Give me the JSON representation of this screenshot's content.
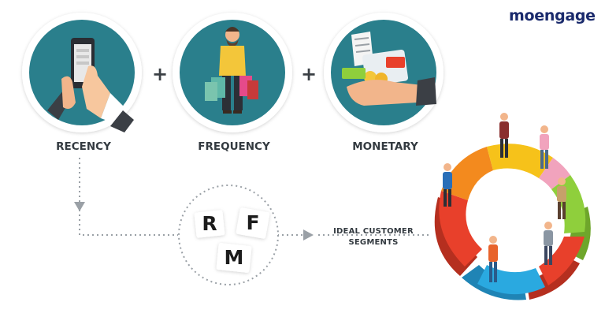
{
  "brand": {
    "logo_text": "moengage"
  },
  "steps": [
    {
      "label": "RECENCY"
    },
    {
      "label": "FREQUENCY"
    },
    {
      "label": "MONETARY"
    }
  ],
  "operators": {
    "plus_1": "+",
    "plus_2": "+"
  },
  "rfm": {
    "r": "R",
    "f": "F",
    "m": "M"
  },
  "segments_label": {
    "line1": "IDEAL CUSTOMER",
    "line2": "SEGMENTS"
  },
  "colors": {
    "circle_teal": "#2a7f8c",
    "ring_red": "#e8402b",
    "ring_orange": "#f38a1e",
    "ring_yellow": "#f6c21a",
    "ring_pink": "#f1a3bd",
    "ring_green": "#8fcf3c",
    "ring_blue": "#2aa9e0",
    "logo": "#1a2a6c"
  },
  "icons": [
    "phone-hand-icon",
    "shopper-icon",
    "payment-icon",
    "people-icon"
  ]
}
